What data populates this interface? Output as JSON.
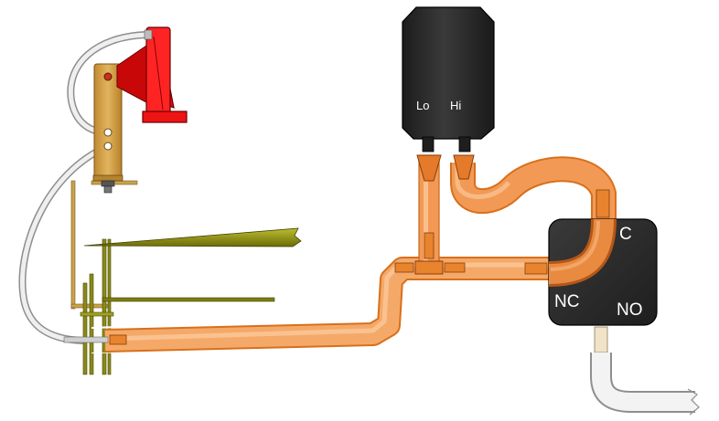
{
  "sensor": {
    "port_low": "Lo",
    "port_high": "Hi"
  },
  "valve": {
    "port_common": "C",
    "port_normally_closed": "NC",
    "port_normally_open": "NO"
  },
  "colors": {
    "tube_orange": "#f29a55",
    "tube_orange_dark": "#d8701c",
    "sensor_body": "#2f2f2f",
    "valve_body": "#2e2e2e",
    "horn_red": "#e01010",
    "bracket_wood": "#d6a548",
    "clear_tube": "#e8e8e8",
    "blade_olive": "#8a8a10"
  }
}
